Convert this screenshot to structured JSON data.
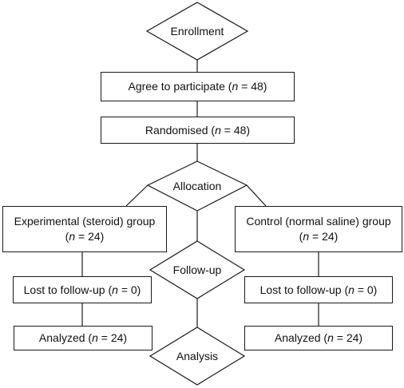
{
  "diamonds": {
    "enrollment": "Enrollment",
    "allocation": "Allocation",
    "followup": "Follow-up",
    "analysis": "Analysis"
  },
  "boxes": {
    "agree": {
      "pre": "Agree to participate (",
      "n": "n",
      "post": " = 48)"
    },
    "randomised": {
      "pre": "Randomised (",
      "n": "n",
      "post": " = 48)"
    },
    "experimental": {
      "line1": "Experimental (steroid) group",
      "pre": "(",
      "n": "n",
      "post": " = 24)"
    },
    "control": {
      "line1": "Control (normal saline) group",
      "pre": "(",
      "n": "n",
      "post": " = 24)"
    },
    "lost_left": {
      "pre": "Lost to follow-up (",
      "n": "n",
      "post": " = 0)"
    },
    "lost_right": {
      "pre": "Lost to follow-up (",
      "n": "n",
      "post": " = 0)"
    },
    "analyzed_left": {
      "pre": "Analyzed (",
      "n": "n",
      "post": " = 24)"
    },
    "analyzed_right": {
      "pre": "Analyzed (",
      "n": "n",
      "post": " = 24)"
    }
  }
}
